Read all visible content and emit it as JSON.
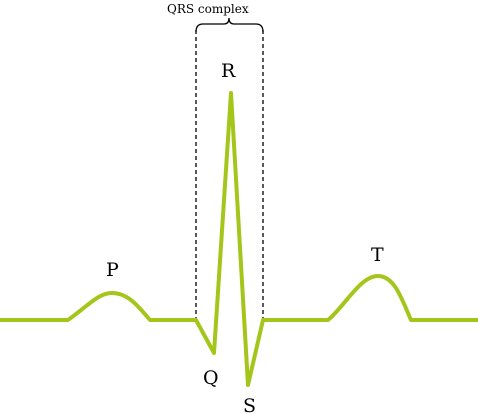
{
  "labels": {
    "complex": "QRS complex",
    "p": "P",
    "q": "Q",
    "r": "R",
    "s": "S",
    "t": "T"
  },
  "colors": {
    "trace": "#a4c61b",
    "guide": "#000000",
    "text": "#000000"
  }
}
